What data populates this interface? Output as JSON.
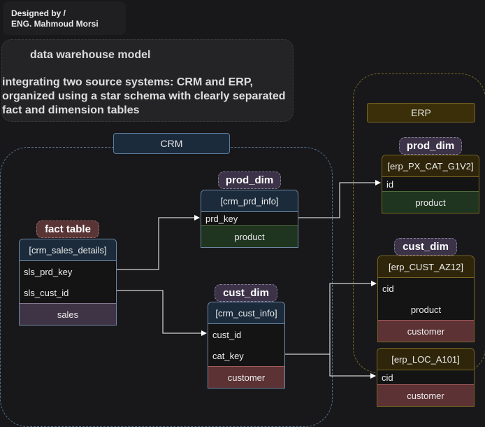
{
  "credit": {
    "line1": "Designed by /",
    "line2": "ENG. Mahmoud Morsi"
  },
  "description": {
    "title": "data warehouse model",
    "body": "integrating two source systems: CRM and ERP,\norganized using a star schema with clearly separated\nfact and dimension tables"
  },
  "groups": {
    "crm_label": "CRM",
    "erp_label": "ERP"
  },
  "fact": {
    "tag": "fact table",
    "header": "[crm_sales_details]",
    "rows": [
      "sls_prd_key",
      "sls_cust_id"
    ],
    "footer": "sales"
  },
  "crm_prod": {
    "tag": "prod_dim",
    "header": "[crm_prd_info]",
    "rows": [
      "prd_key"
    ],
    "footer": "product"
  },
  "crm_cust": {
    "tag": "cust_dim",
    "header": "[crm_cust_info]",
    "rows": [
      "cust_id",
      "cat_key"
    ],
    "footer": "customer"
  },
  "erp_prod": {
    "tag": "prod_dim",
    "header": "[erp_PX_CAT_G1V2]",
    "rows": [
      "id"
    ],
    "footer": "product"
  },
  "erp_cust": {
    "tag": "cust_dim",
    "header": "[erp_CUST_AZ12]",
    "rows": [
      "cid",
      "product"
    ],
    "footer": "customer"
  },
  "erp_loc": {
    "header": "[erp_LOC_A101]",
    "rows": [
      "cid"
    ],
    "footer": "customer"
  },
  "colors": {
    "fact_tag": "#5a3536",
    "dim_tag": "#3c3349",
    "crm_header": "#1b2b3c",
    "erp_header": "#2f250a",
    "customer_footer": "#5c3234",
    "product_footer": "#1f3520",
    "sales_footer": "#3f3446",
    "connector": "#ffffff"
  }
}
